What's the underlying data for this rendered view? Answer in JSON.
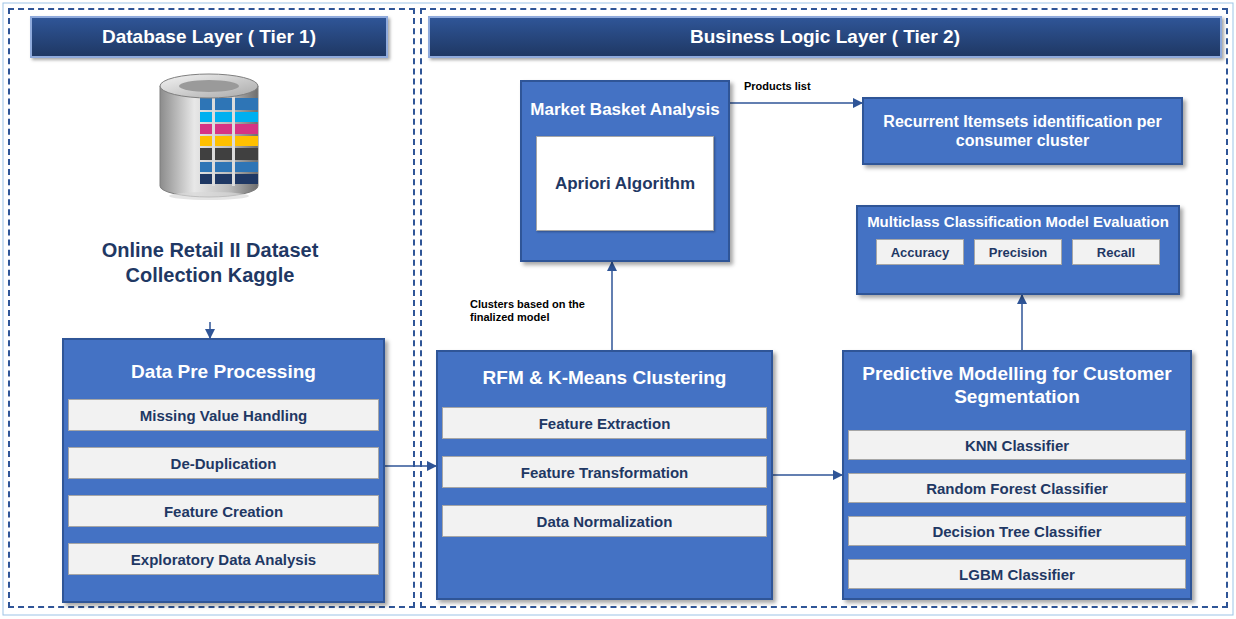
{
  "diagram": {
    "nodes": [
      {
        "text": [
          "Database Layer ( Tier 1)"
        ]
      },
      {
        "text": [
          "Business  Logic Layer ( Tier 2)"
        ]
      },
      {
        "text": [
          "Online Retail II Dataset Collection Kaggle"
        ],
        "in": 0
      },
      {
        "text": [
          "Data Pre Processing"
        ],
        "in": 0
      },
      {
        "text": [
          "Missing Value Handling"
        ],
        "in": 3
      },
      {
        "text": [
          "De-Duplication"
        ],
        "in": 3
      },
      {
        "text": [
          "Feature Creation"
        ],
        "in": 3
      },
      {
        "text": [
          "Exploratory Data Analysis"
        ],
        "in": 3
      },
      {
        "text": [
          "Market Basket Analysis"
        ],
        "in": 1
      },
      {
        "text": [
          "Apriori Algorithm"
        ],
        "in": 8
      },
      {
        "text": [
          "Recurrent Itemsets identification per consumer cluster"
        ],
        "in": 1
      },
      {
        "text": [
          "Multiclass Classification Model Evaluation"
        ],
        "in": 1
      },
      {
        "text": [
          "Accuracy"
        ],
        "in": 11
      },
      {
        "text": [
          "Precision"
        ],
        "in": 11
      },
      {
        "text": [
          "Recall"
        ],
        "in": 11
      },
      {
        "text": [
          "RFM & K-Means Clustering"
        ],
        "in": 1
      },
      {
        "text": [
          "Feature Extraction"
        ],
        "in": 15
      },
      {
        "text": [
          "Feature Transformation"
        ],
        "in": 15
      },
      {
        "text": [
          "Data Normalization"
        ],
        "in": 15
      },
      {
        "text": [
          "Predictive Modelling for Customer Segmentation"
        ],
        "in": 1
      },
      {
        "text": [
          "KNN Classifier"
        ],
        "in": 19
      },
      {
        "text": [
          "Random Forest Classifier"
        ],
        "in": 19
      },
      {
        "text": [
          "Decision Tree Classifier"
        ],
        "in": 19
      },
      {
        "text": [
          "LGBM Classifier"
        ],
        "in": 19
      }
    ],
    "edges": [
      {
        "from": 2,
        "to": 3,
        "arrow": "to"
      },
      {
        "from": 3,
        "to": 15,
        "arrow": "to"
      },
      {
        "from": 15,
        "to": 8,
        "label": "Clusters based on the finalized model",
        "arrow": "to"
      },
      {
        "from": 8,
        "to": 10,
        "label": "Products list",
        "arrow": "to"
      },
      {
        "from": 15,
        "to": 19,
        "arrow": "to"
      },
      {
        "from": 19,
        "to": 11,
        "arrow": "to"
      }
    ]
  }
}
